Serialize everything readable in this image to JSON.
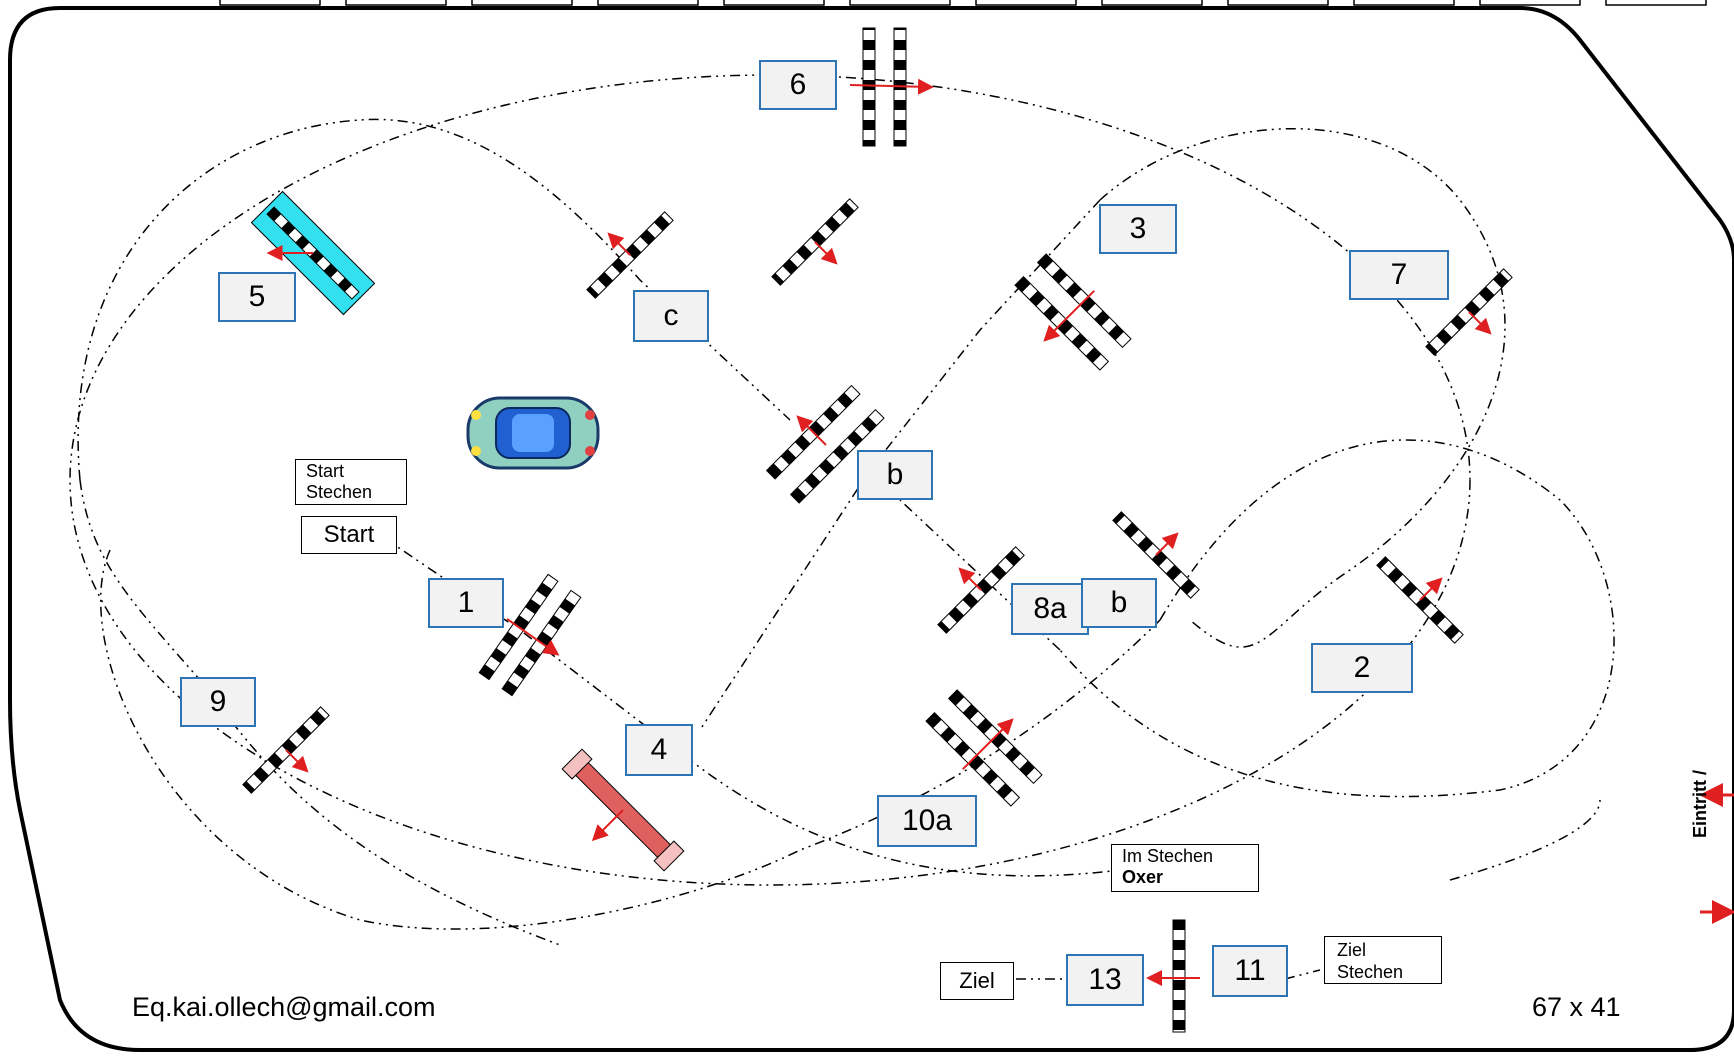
{
  "labels": {
    "n6": "6",
    "n3": "3",
    "n7": "7",
    "n5": "5",
    "nc": "c",
    "nb1": "b",
    "n1": "1",
    "n8a": "8a",
    "nb2": "b",
    "n2": "2",
    "n9": "9",
    "n4": "4",
    "n10a": "10a",
    "n13": "13",
    "n11": "11"
  },
  "boxes": {
    "start_stechen": "Start Stechen",
    "start": "Start",
    "im_stechen": "Im Stechen",
    "oxer": "Oxer",
    "ziel": "Ziel",
    "ziel_stechen": "Ziel Stechen"
  },
  "side": {
    "eintritt": "Eintritt /"
  },
  "footer": {
    "email": "Eq.kai.ollech@gmail.com",
    "dimensions": "67 x 41"
  },
  "colors": {
    "label_border": "#2e75b6",
    "label_fill": "#f2f2f2",
    "arrow": "#e02020",
    "water": "#33e0f0",
    "wall": "#e06060"
  }
}
